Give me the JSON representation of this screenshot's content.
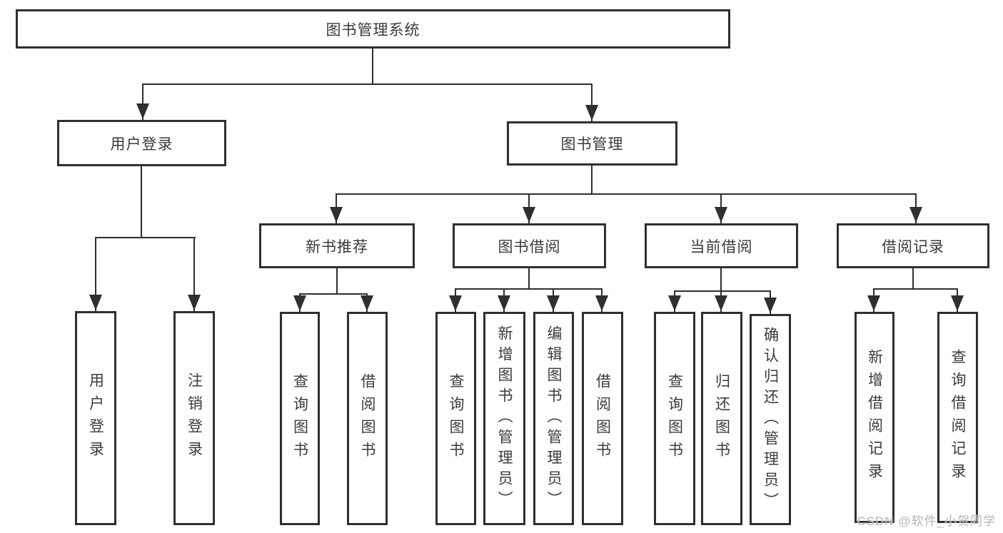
{
  "colors": {
    "line": "#2f2f2f",
    "text": "#3b3b3b",
    "watermark": "#b5b5b5",
    "background": "#ffffff"
  },
  "watermark": "CSDN @软件_小贺同学",
  "tree": {
    "label": "图书管理系统",
    "children": [
      {
        "label": "用户登录",
        "children": [
          {
            "label": "用户登录"
          },
          {
            "label": "注销登录"
          }
        ]
      },
      {
        "label": "图书管理",
        "children": [
          {
            "label": "新书推荐",
            "children": [
              {
                "label": "查询图书"
              },
              {
                "label": "借阅图书"
              }
            ]
          },
          {
            "label": "图书借阅",
            "children": [
              {
                "label": "查询图书"
              },
              {
                "label": "新增图书（管理员）"
              },
              {
                "label": "编辑图书（管理员）"
              },
              {
                "label": "借阅图书"
              }
            ]
          },
          {
            "label": "当前借阅",
            "children": [
              {
                "label": "查询图书"
              },
              {
                "label": "归还图书"
              },
              {
                "label": "确认归还（管理员）"
              }
            ]
          },
          {
            "label": "借阅记录",
            "children": [
              {
                "label": "新增借阅记录"
              },
              {
                "label": "查询借阅记录"
              }
            ]
          }
        ]
      }
    ]
  }
}
